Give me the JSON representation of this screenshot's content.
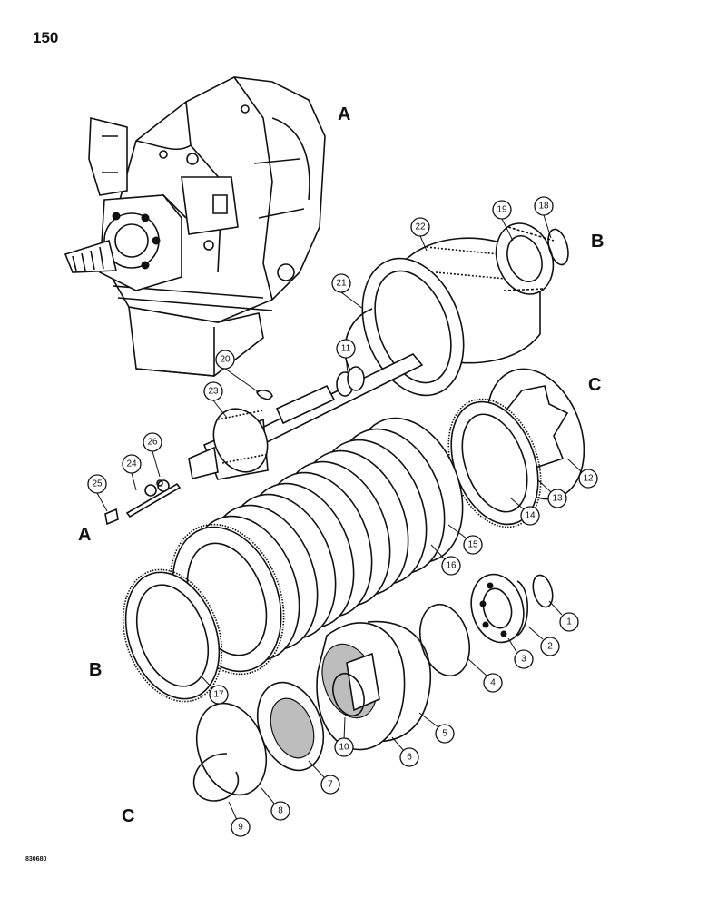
{
  "page": {
    "number": "150",
    "figure_code": "830680"
  },
  "section_letters": [
    "A",
    "B",
    "C",
    "A",
    "B",
    "C"
  ],
  "callouts": [
    "1",
    "2",
    "3",
    "4",
    "5",
    "6",
    "7",
    "8",
    "9",
    "10",
    "11",
    "12",
    "13",
    "14",
    "15",
    "16",
    "17",
    "18",
    "19",
    "20",
    "21",
    "22",
    "23",
    "24",
    "25",
    "26"
  ],
  "icons": [
    "transmission-housing",
    "output-shaft-gear",
    "drum-ring-gear",
    "sun-gear",
    "clutch-disc-pack",
    "piston",
    "bearing",
    "snap-rings"
  ],
  "colors": {
    "ink": "#111111",
    "paper": "#ffffff"
  }
}
